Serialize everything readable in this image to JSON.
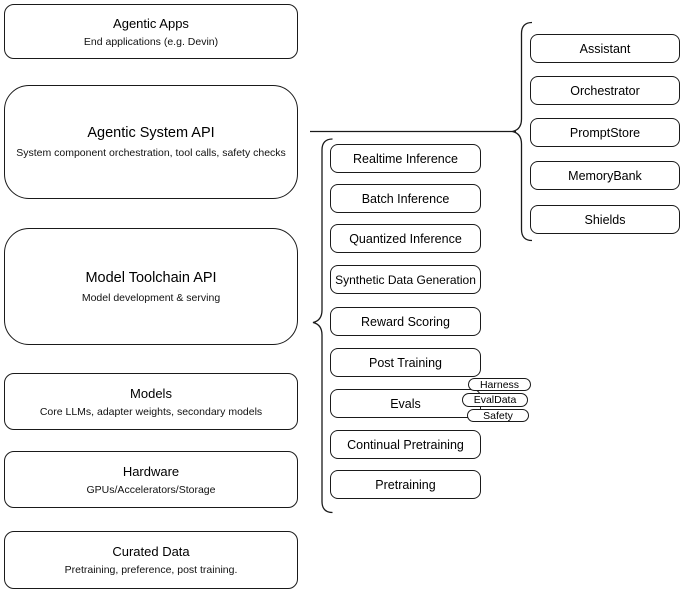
{
  "diagram": {
    "left_stack": [
      {
        "title": "Agentic Apps",
        "subtitle": "End applications (e.g. Devin)"
      },
      {
        "title": "Agentic System API",
        "subtitle": "System component orchestration, tool calls, safety checks"
      },
      {
        "title": "Model Toolchain API",
        "subtitle": "Model development & serving"
      },
      {
        "title": "Models",
        "subtitle": "Core LLMs, adapter weights, secondary models"
      },
      {
        "title": "Hardware",
        "subtitle": "GPUs/Accelerators/Storage"
      },
      {
        "title": "Curated Data",
        "subtitle": "Pretraining, preference, post training."
      }
    ],
    "toolchain_items": [
      "Realtime Inference",
      "Batch Inference",
      "Quantized Inference",
      "Synthetic Data Generation",
      "Reward Scoring",
      "Post Training",
      "Evals",
      "Continual Pretraining",
      "Pretraining"
    ],
    "evals_tags": [
      "Harness",
      "EvalData",
      "Safety"
    ],
    "system_components": [
      "Assistant",
      "Orchestrator",
      "PromptStore",
      "MemoryBank",
      "Shields"
    ],
    "colors": {
      "stroke": "#1a1a1a",
      "background": "#ffffff",
      "text": "#000000"
    }
  }
}
